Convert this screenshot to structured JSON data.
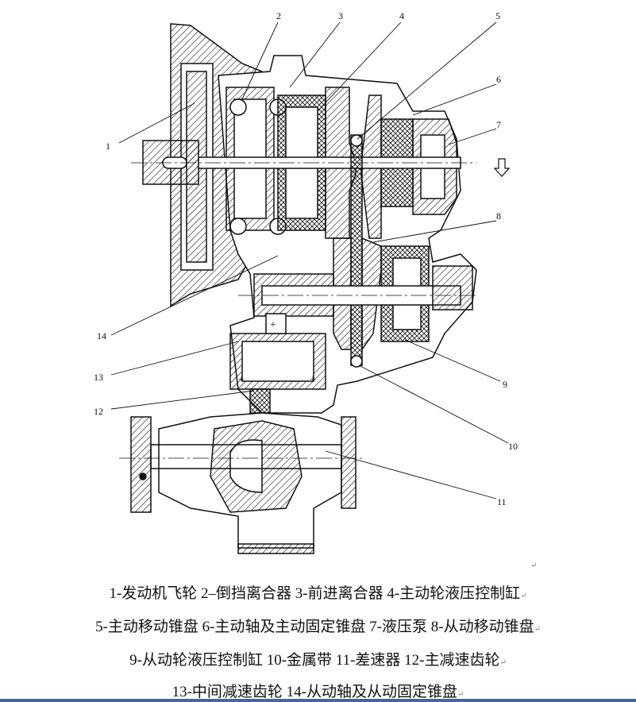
{
  "figure": {
    "callouts": [
      "1",
      "2",
      "3",
      "4",
      "5",
      "6",
      "7",
      "8",
      "9",
      "10",
      "11",
      "12",
      "13",
      "14"
    ],
    "output_arrow_icon": "arrow-down-outline-icon"
  },
  "caption": {
    "lines": [
      "1-发动机飞轮  2–倒挡离合器  3-前进离合器  4-主动轮液压控制缸",
      "5-主动移动锥盘  6-主动轴及主动固定锥盘  7-液压泵  8-从动移动锥盘",
      "9-从动轮液压控制缸  10-金属带  11-差速器  12-主减速齿轮",
      "13-中间减速齿轮  14-从动轴及从动固定锥盘"
    ],
    "paragraph_mark": "↵"
  }
}
